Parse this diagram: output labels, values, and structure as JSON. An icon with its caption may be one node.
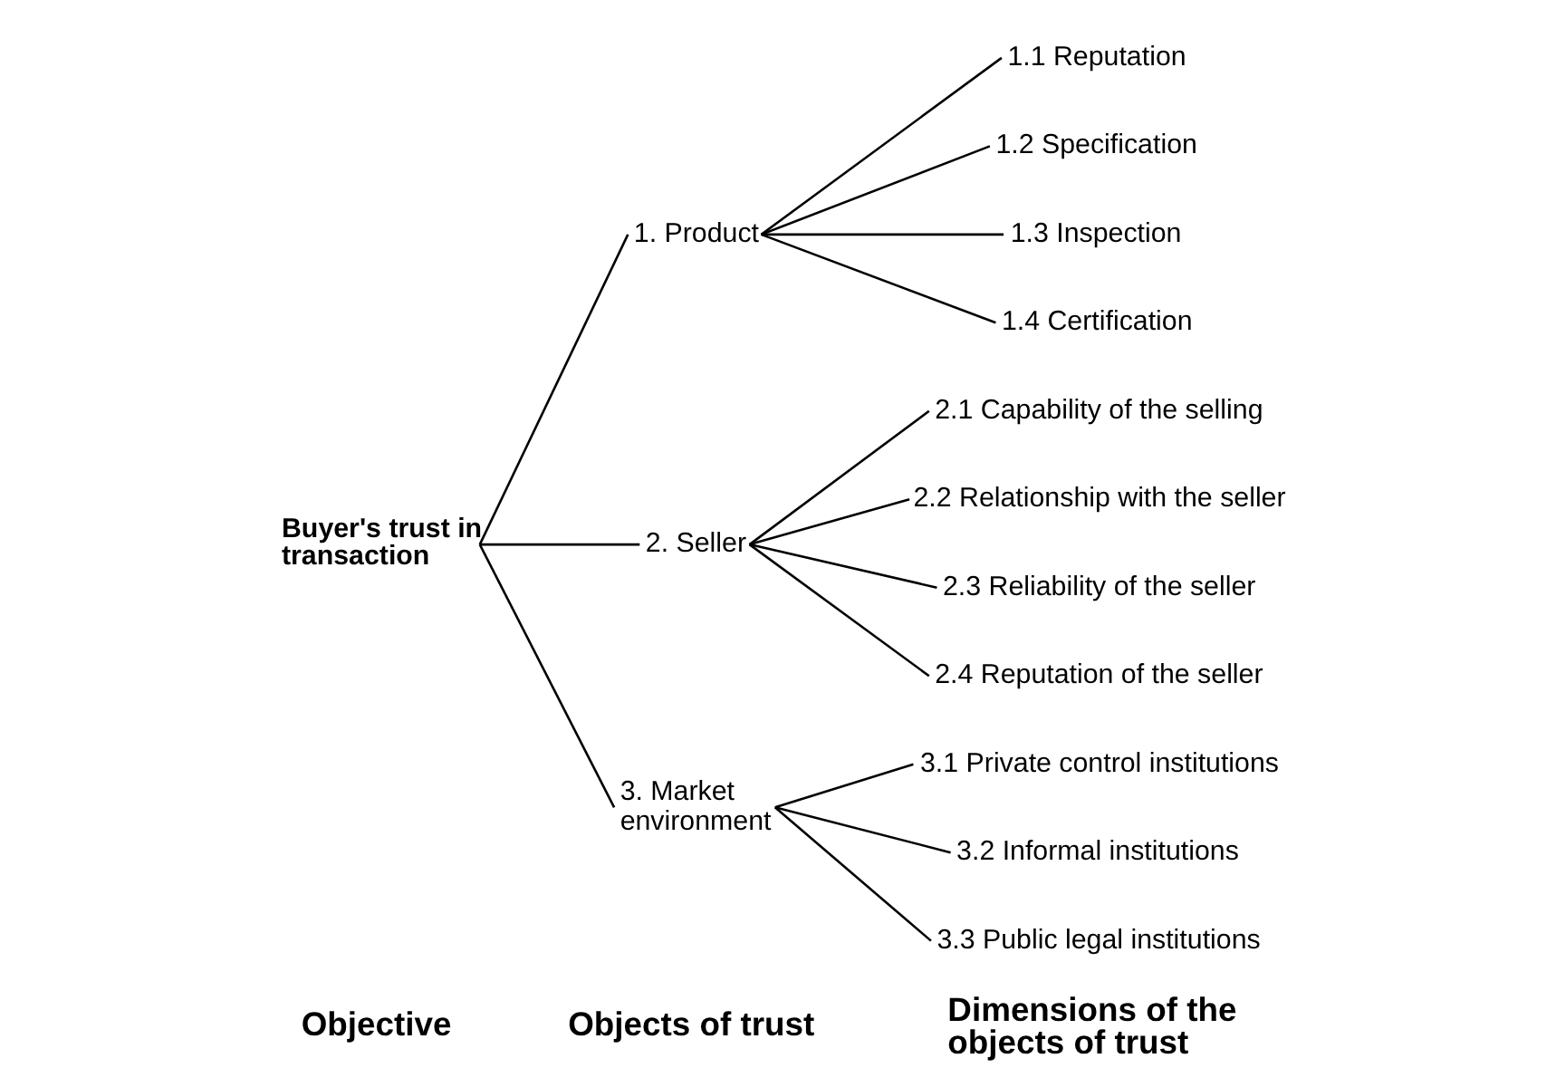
{
  "diagram": {
    "nodes": [
      {
        "text": [
          "Buyer's trust in transaction"
        ]
      },
      {
        "text": [
          "1. Product"
        ]
      },
      {
        "text": [
          "1.1 Reputation"
        ]
      },
      {
        "text": [
          "1.2 Specification"
        ]
      },
      {
        "text": [
          "1.3 Inspection"
        ]
      },
      {
        "text": [
          "1.4 Certification"
        ]
      },
      {
        "text": [
          "2. Seller"
        ]
      },
      {
        "text": [
          "2.1 Capability of the selling"
        ]
      },
      {
        "text": [
          "2.2 Relationship with the seller"
        ]
      },
      {
        "text": [
          "2.3 Reliability of the seller"
        ]
      },
      {
        "text": [
          "2.4 Reputation of the seller"
        ]
      },
      {
        "text": [
          "3. Market environment"
        ]
      },
      {
        "text": [
          "3.1 Private control institutions"
        ]
      },
      {
        "text": [
          "3.2 Informal institutions"
        ]
      },
      {
        "text": [
          "3.3 Public legal institutions"
        ]
      }
    ],
    "edges": [
      {
        "from": 0,
        "to": 1,
        "arrow": "none"
      },
      {
        "from": 0,
        "to": 6,
        "arrow": "none"
      },
      {
        "from": 0,
        "to": 11,
        "arrow": "none"
      },
      {
        "from": 1,
        "to": 2,
        "arrow": "none"
      },
      {
        "from": 1,
        "to": 3,
        "arrow": "none"
      },
      {
        "from": 1,
        "to": 4,
        "arrow": "none"
      },
      {
        "from": 1,
        "to": 5,
        "arrow": "none"
      },
      {
        "from": 6,
        "to": 7,
        "arrow": "none"
      },
      {
        "from": 6,
        "to": 8,
        "arrow": "none"
      },
      {
        "from": 6,
        "to": 9,
        "arrow": "none"
      },
      {
        "from": 6,
        "to": 10,
        "arrow": "none"
      },
      {
        "from": 11,
        "to": 12,
        "arrow": "none"
      },
      {
        "from": 11,
        "to": 13,
        "arrow": "none"
      },
      {
        "from": 11,
        "to": 14,
        "arrow": "none"
      }
    ],
    "labels": [
      "Objective",
      "Objects of trust",
      "Dimensions of the objects of trust"
    ]
  }
}
